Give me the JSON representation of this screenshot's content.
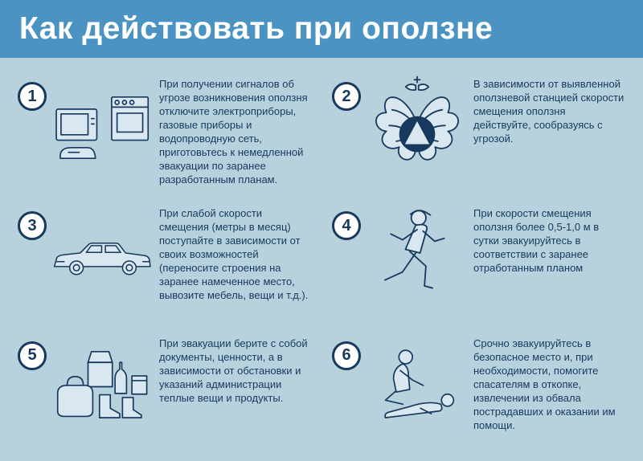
{
  "title": "Как действовать при оползне",
  "colors": {
    "header_bg": "#4b93c3",
    "body_bg": "#b7d1dd",
    "text_color": "#17395d",
    "icon_fill": "#d9e8f0",
    "circle_bg": "#ffffff"
  },
  "steps": [
    {
      "number": "1",
      "icon": "household-appliances-icon",
      "text": "При получении сигналов об угрозе возникновения оползня отключите электроприборы, газовые приборы и водопроводную сеть, приготовьтесь к немедленной эвакуации по заранее разработанным планам."
    },
    {
      "number": "2",
      "icon": "emercom-emblem-icon",
      "text": "В зависимости от выявленной оползневой станцией скорости смещения оползня действуйте, сообразуясь с угрозой."
    },
    {
      "number": "3",
      "icon": "car-icon",
      "text": "При слабой скорости смещения (метры в месяц) поступайте в зависимости от своих возможностей (переносите строения на заранее намеченное место, вывозите мебель, вещи и т.д.)."
    },
    {
      "number": "4",
      "icon": "running-man-icon",
      "text": "При скорости смещения оползня более 0,5-1,0 м в сутки эвакуируйтесь в соответствии с заранее отработанным планом"
    },
    {
      "number": "5",
      "icon": "belongings-icon",
      "text": "При эвакуации берите с собой документы, ценности, а в зависимости от обстановки и указаний администрации теплые вещи и продукты."
    },
    {
      "number": "6",
      "icon": "first-aid-icon",
      "text": "Срочно эвакуируйтесь в безопасное место и, при необходимости, помогите спасателям в откопке, извлечении из обвала пострадавших и оказании им помощи."
    }
  ]
}
